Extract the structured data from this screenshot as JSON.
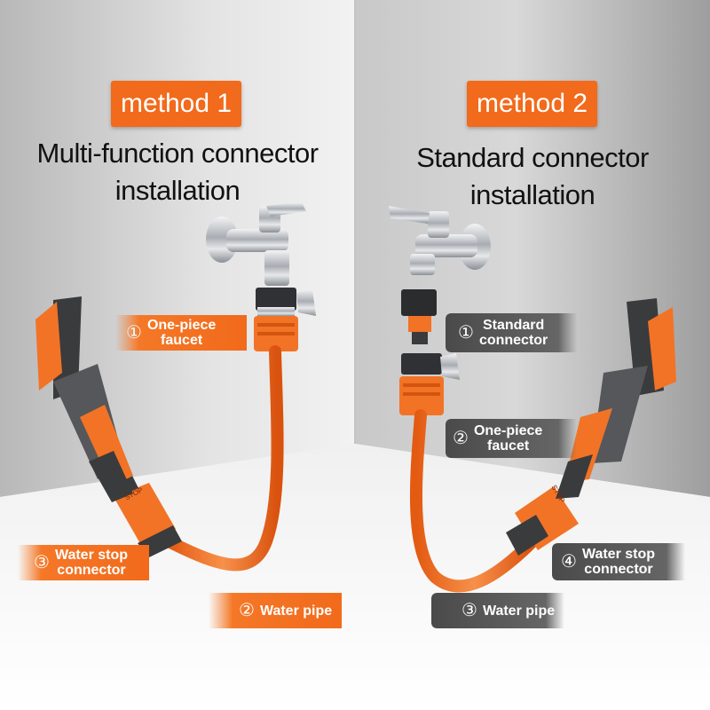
{
  "method1": {
    "badge": "method 1",
    "title_line1": "Multi-function connector",
    "title_line2": "installation",
    "labels": [
      {
        "num": "①",
        "line1": "One-piece",
        "line2": "faucet"
      },
      {
        "num": "③",
        "line1": "Water stop",
        "line2": "connector"
      },
      {
        "num": "②",
        "line1": "Water pipe",
        "line2": ""
      }
    ]
  },
  "method2": {
    "badge": "method 2",
    "title_line1": "Standard connector",
    "title_line2": "installation",
    "labels": [
      {
        "num": "①",
        "line1": "Standard",
        "line2": "connector"
      },
      {
        "num": "②",
        "line1": "One-piece",
        "line2": "faucet"
      },
      {
        "num": "④",
        "line1": "Water stop",
        "line2": "connector"
      },
      {
        "num": "③",
        "line1": "Water pipe",
        "line2": ""
      }
    ]
  },
  "connector_text": "STOP",
  "colors": {
    "accent_orange": "#f26a1b",
    "label_grey": "#555555",
    "hose_orange": "#f07a2e",
    "chrome": "#c9ccd0",
    "dark_grey": "#3a3b3d"
  }
}
